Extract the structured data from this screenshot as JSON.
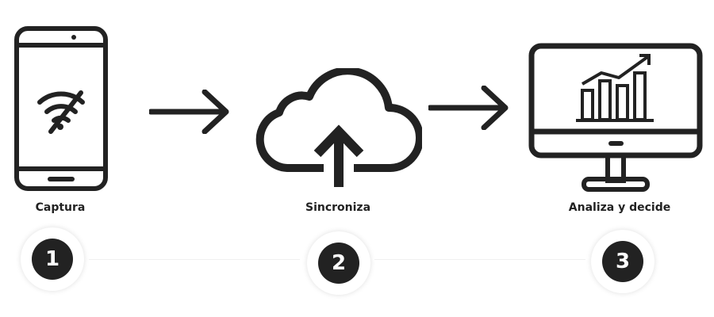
{
  "colors": {
    "ink": "#222222",
    "background": "#ffffff"
  },
  "steps": [
    {
      "label": "Captura",
      "number": "1",
      "icon": "smartphone-no-wifi-icon"
    },
    {
      "label": "Sincroniza",
      "number": "2",
      "icon": "cloud-upload-icon"
    },
    {
      "label": "Analiza y decide",
      "number": "3",
      "icon": "monitor-bar-chart-icon"
    }
  ],
  "arrows": [
    "arrow-right-icon",
    "arrow-right-icon"
  ]
}
